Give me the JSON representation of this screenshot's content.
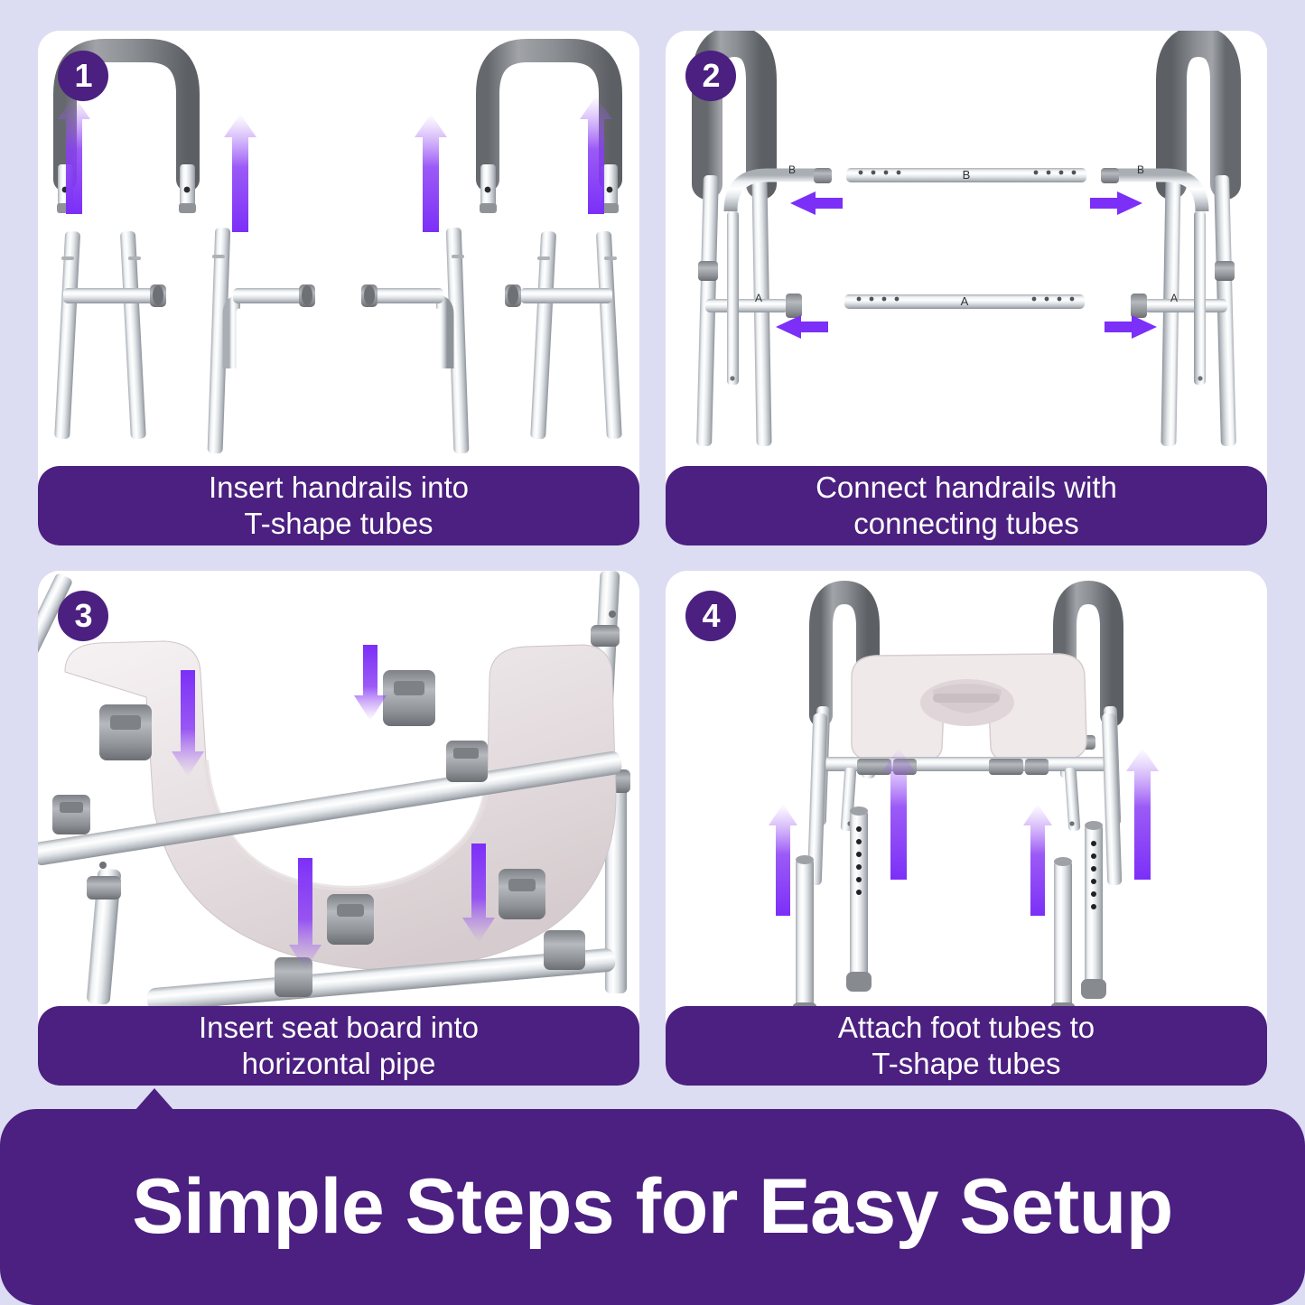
{
  "page": {
    "background_color": "#dcdcf2",
    "accent_color": "#4b2080",
    "arrow_color": "#7b2ff7"
  },
  "steps": [
    {
      "number": "1",
      "caption_line1": "Insert handrails into",
      "caption_line2": "T-shape tubes",
      "illustration": "two-handrails-above-two-t-shape-tube-frames-with-four-up-arrows",
      "part_labels": []
    },
    {
      "number": "2",
      "caption_line1": "Connect handrails with",
      "caption_line2": "connecting tubes",
      "illustration": "two-assembled-handrail-frames-with-two-connecting-tubes-between-them",
      "part_labels": [
        "B",
        "B",
        "B",
        "A",
        "A",
        "A"
      ]
    },
    {
      "number": "3",
      "caption_line1": "Insert seat board into",
      "caption_line2": "horizontal pipe",
      "illustration": "closeup-of-seat-board-clips-lowering-onto-horizontal-pipes-with-four-down-arrows",
      "part_labels": []
    },
    {
      "number": "4",
      "caption_line1": "Attach foot tubes to",
      "caption_line2": "T-shape tubes",
      "illustration": "assembled-commode-frame-with-four-foot-tubes-below-and-four-up-arrows",
      "part_labels": []
    }
  ],
  "banner": {
    "title": "Simple Steps for Easy Setup"
  }
}
